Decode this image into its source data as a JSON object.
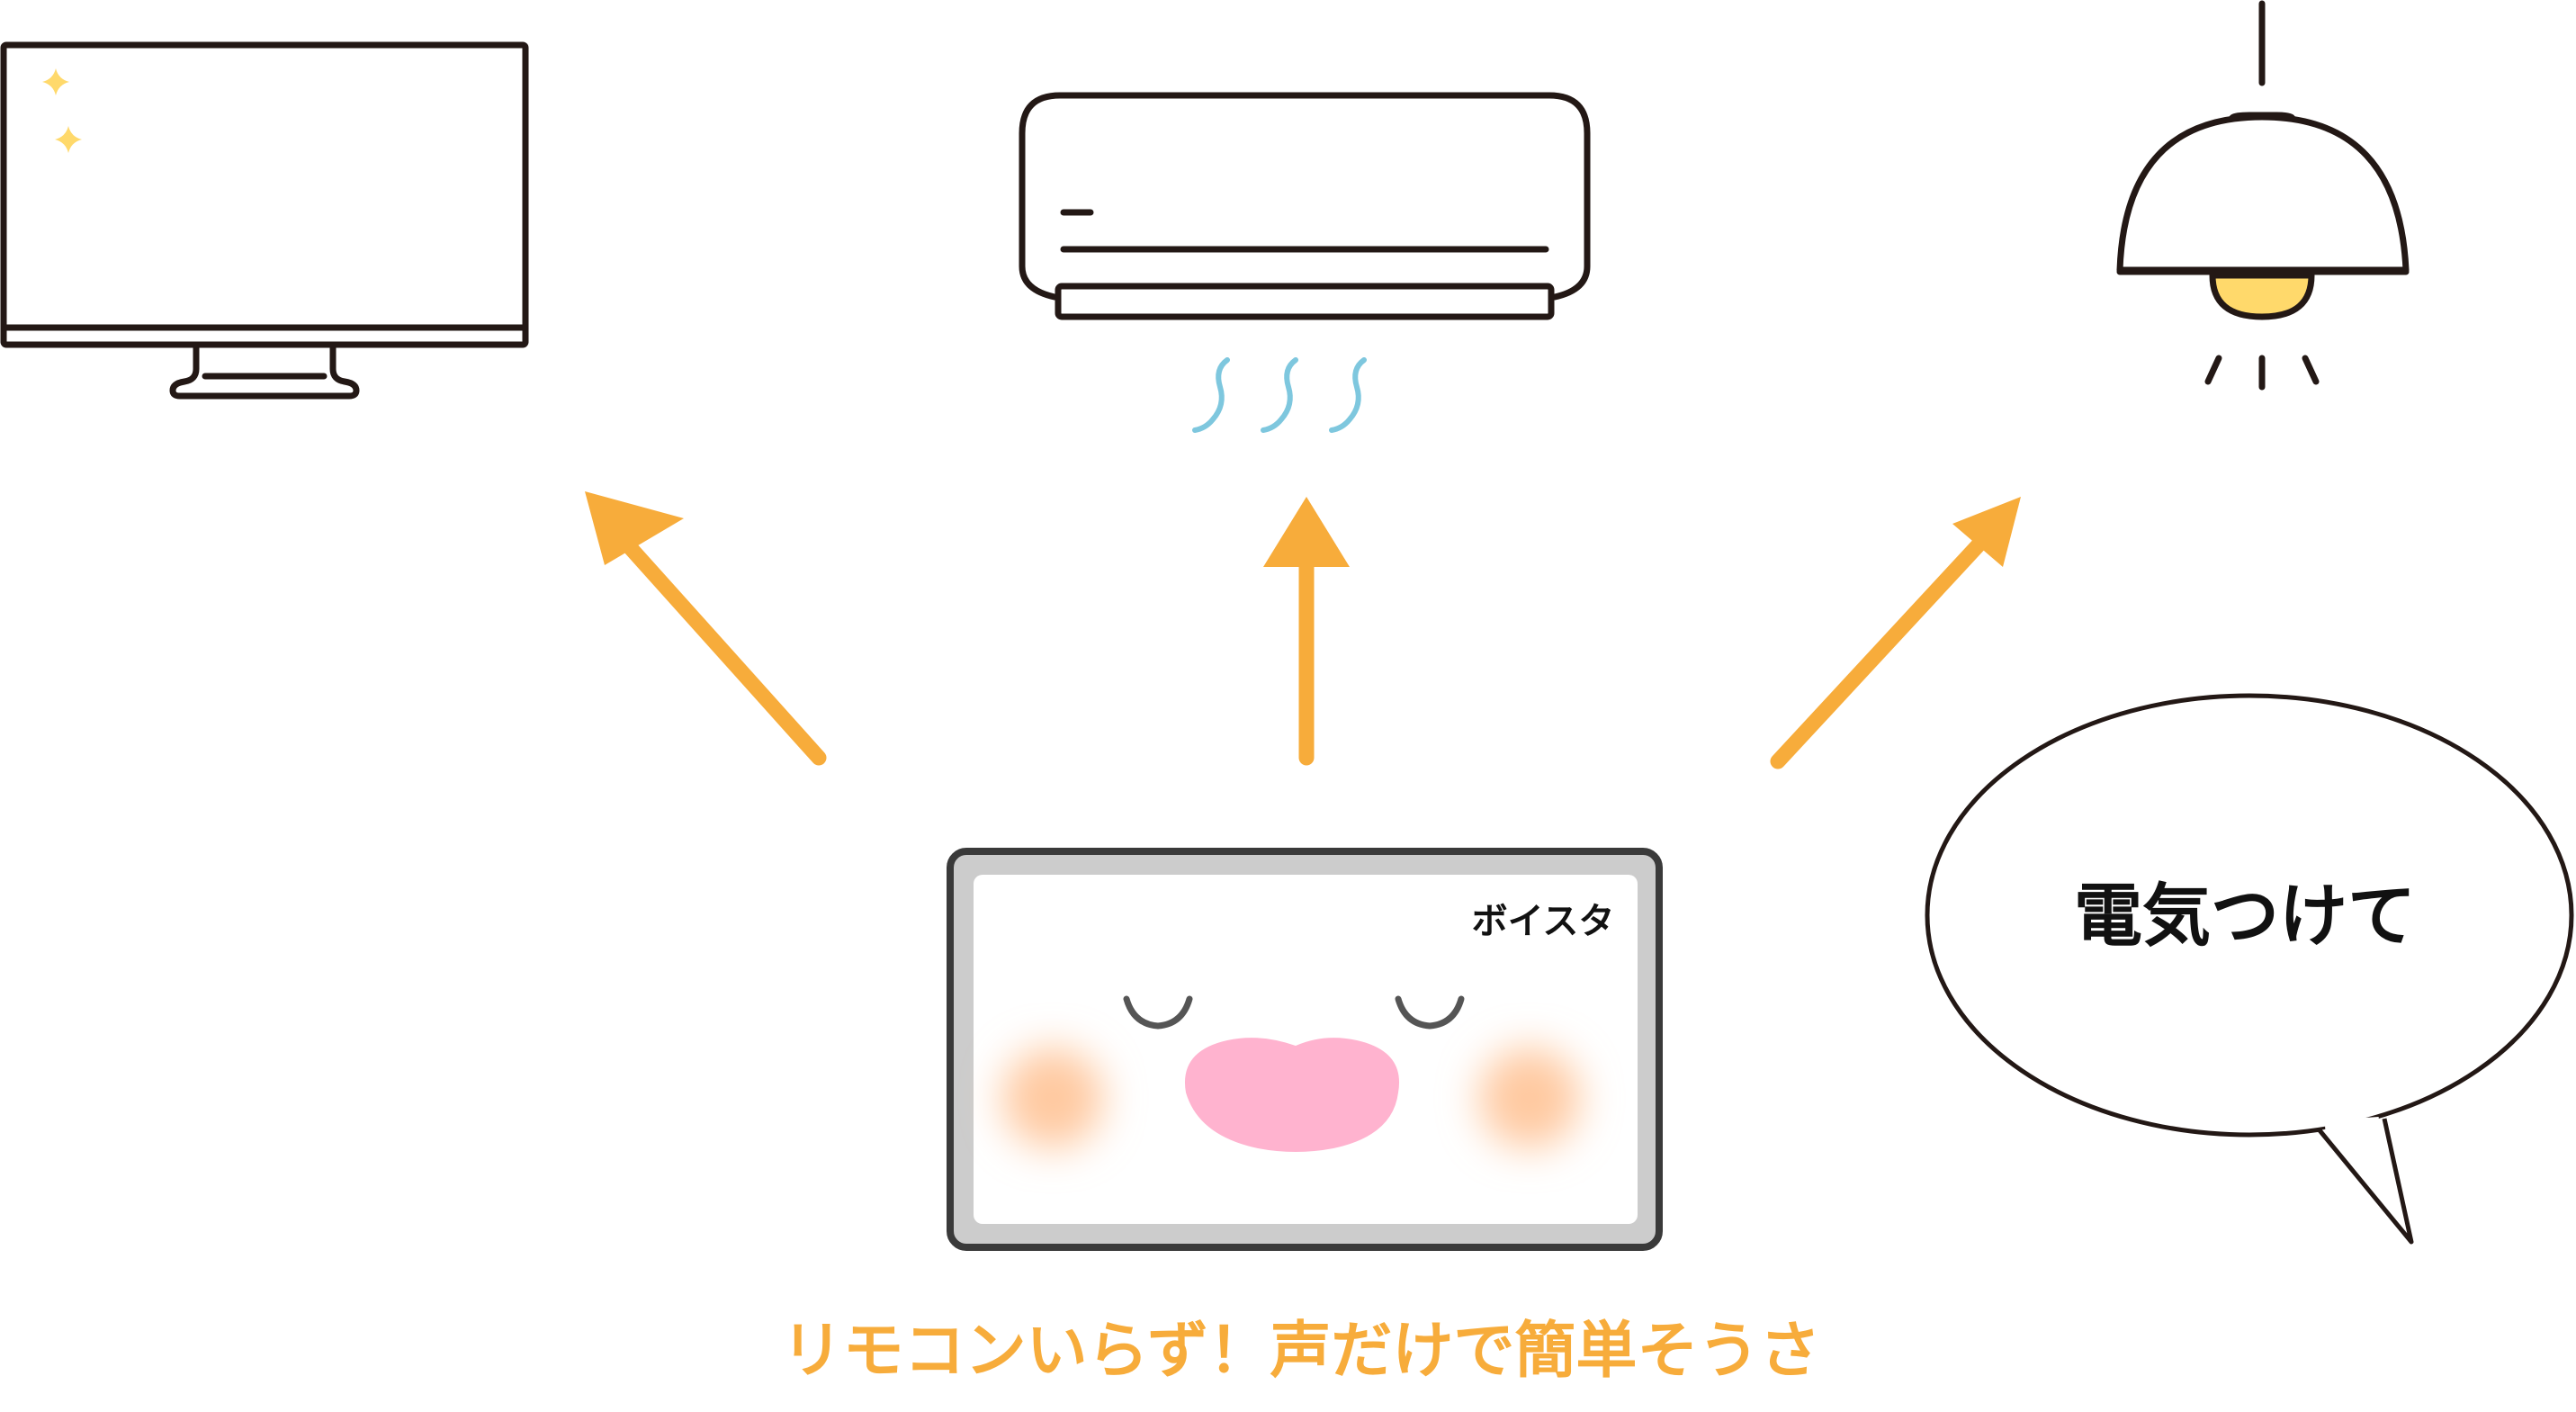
{
  "device": {
    "name_label": "ボイスタ"
  },
  "speech_bubble": {
    "text": "電気つけて"
  },
  "caption": {
    "text": "リモコンいらず！声だけで簡単そうさ"
  },
  "colors": {
    "arrow": "#f7ac3b",
    "caption": "#f7ac3b",
    "outline": "#231815",
    "device_frame": "#3a3a3a",
    "device_bezel": "#cccccc",
    "nose": "#ffb3cf",
    "cheek": "#ffc9a0",
    "bulb": "#ffd96b",
    "sparkle": "#ffd96b",
    "airflow": "#7ec7de"
  },
  "icons": [
    "tv-icon",
    "air-conditioner-icon",
    "pendant-lamp-icon"
  ]
}
